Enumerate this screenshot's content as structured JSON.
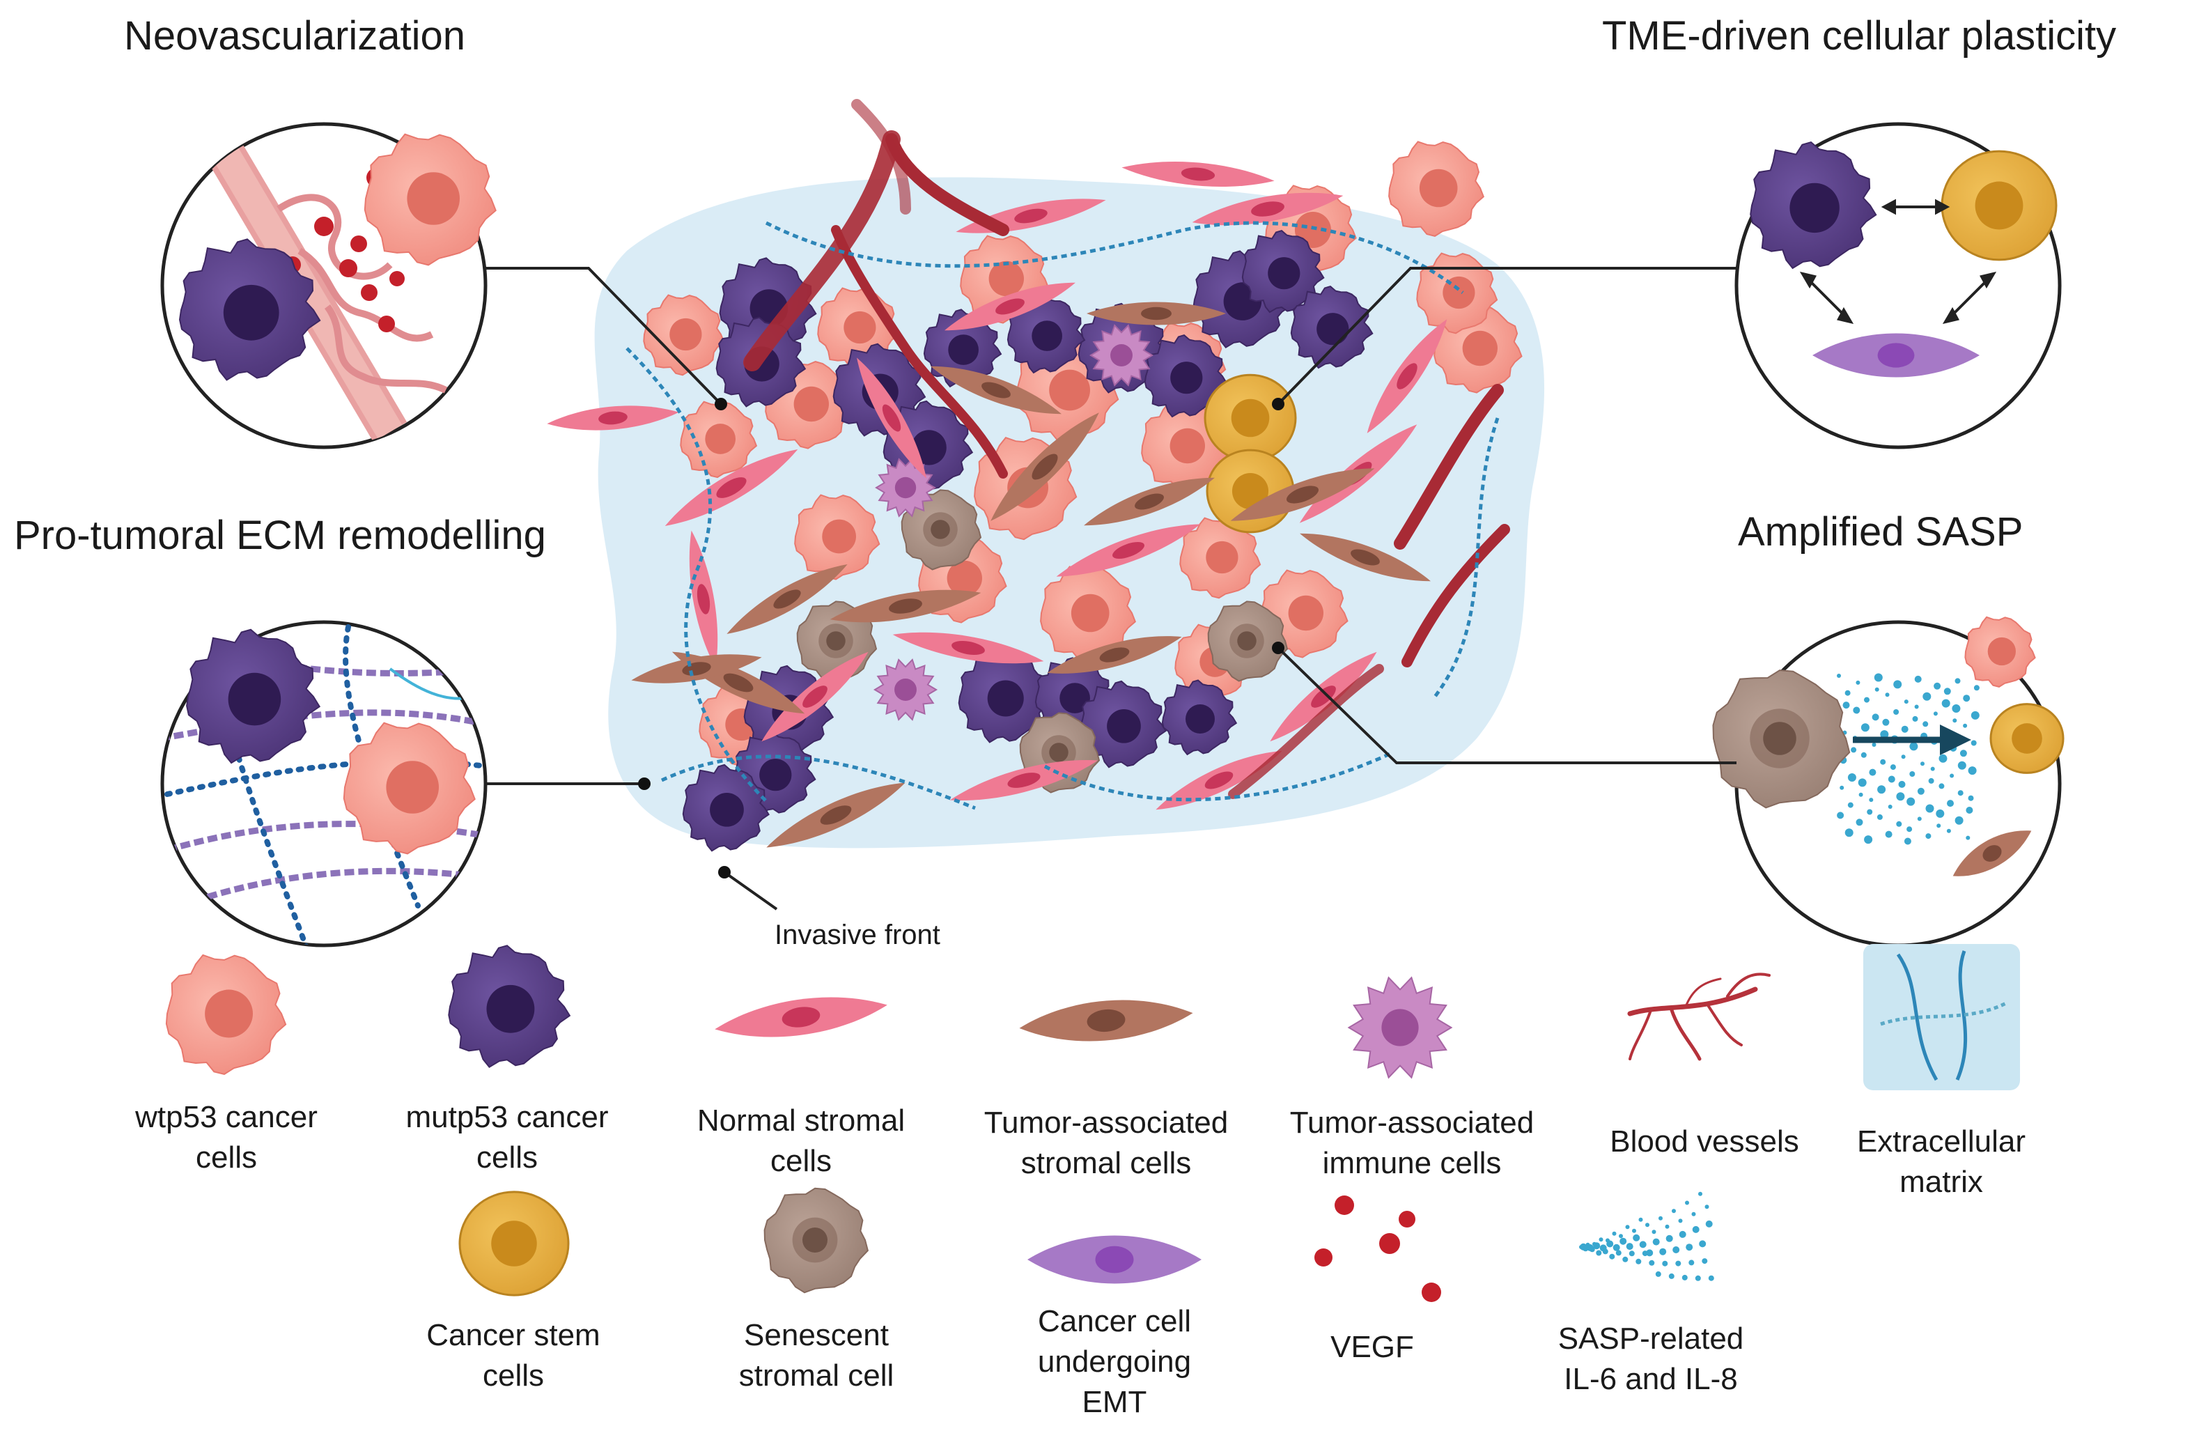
{
  "panels": {
    "neovascularization": "Neovascularization",
    "plasticity": "TME-driven cellular plasticity",
    "ecm": "Pro-tumoral ECM remodelling",
    "sasp": "Amplified SASP"
  },
  "invasive_front": "Invasive front",
  "legend": {
    "wtp53": [
      "wtp53 cancer",
      "cells"
    ],
    "mutp53": [
      "mutp53 cancer",
      "cells"
    ],
    "normal_stromal": [
      "Normal stromal",
      "cells"
    ],
    "ta_stromal": [
      "Tumor-associated",
      "stromal cells"
    ],
    "ta_immune": [
      "Tumor-associated",
      "immune cells"
    ],
    "blood_vessels": [
      "Blood vessels"
    ],
    "ecm": [
      "Extracellular",
      "matrix"
    ],
    "csc": [
      "Cancer stem",
      "cells"
    ],
    "senescent": [
      "Senescent",
      "stromal cell"
    ],
    "emt": [
      "Cancer cell",
      "undergoing",
      "EMT"
    ],
    "vegf": [
      "VEGF"
    ],
    "sasp": [
      "SASP-related",
      "IL-6 and IL-8"
    ]
  },
  "colors": {
    "wtp53": "#f4958a",
    "mutp53": "#5a3f86",
    "stromal_normal": "#ef7a93",
    "stromal_ta": "#b27560",
    "immune": "#c98ac4",
    "vessel": "#b5323b",
    "ecm_bg": "#cbe6f2",
    "ecm_fiber": "#2d86b8",
    "csc": "#e7b040",
    "senescent": "#a89085",
    "emt": "#a679c6",
    "vegf": "#c4202a",
    "sasp_dots": "#3aa7cf"
  }
}
